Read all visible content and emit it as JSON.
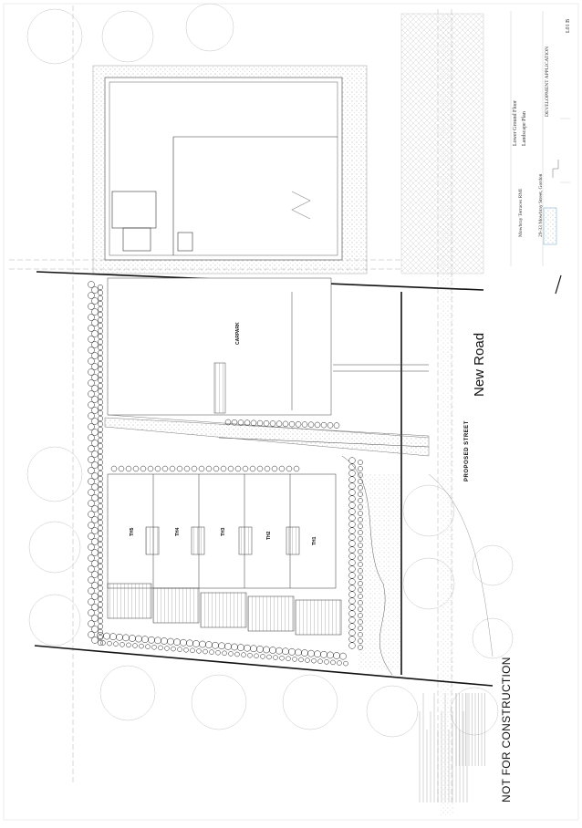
{
  "stamp": "NOT FOR CONSTRUCTION",
  "road_label": "New Road",
  "street_label": "PROPOSED STREET",
  "carpark_label": "CARPARK",
  "units": [
    "TH5",
    "TH4",
    "TH3",
    "TH2",
    "TH1"
  ],
  "title_block": {
    "project": "Lower Ground Floor",
    "drawing": "Landscape Plan",
    "status": "DEVELOPMENT APPLICATION",
    "address": "29-33 Mowbray Street, Gordon",
    "client": "Mowbray Terraces RMI",
    "drawing_no": "L01 B"
  },
  "colors": {
    "line": "#222222",
    "hatch": "#9a9a9a",
    "light": "#c8c8c8"
  }
}
